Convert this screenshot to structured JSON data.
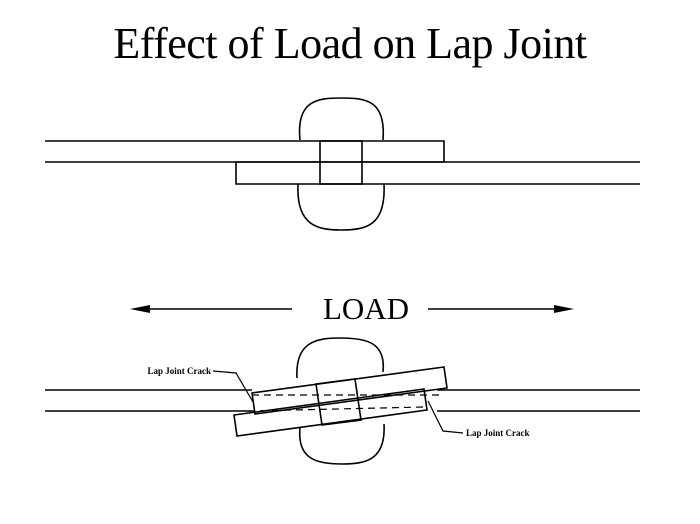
{
  "title": "Effect of Load on Lap Joint",
  "load_label": "LOAD",
  "crack_label_left": "Lap Joint Crack",
  "crack_label_right": "Lap Joint Crack",
  "colors": {
    "line": "#000000",
    "background": "#ffffff"
  }
}
